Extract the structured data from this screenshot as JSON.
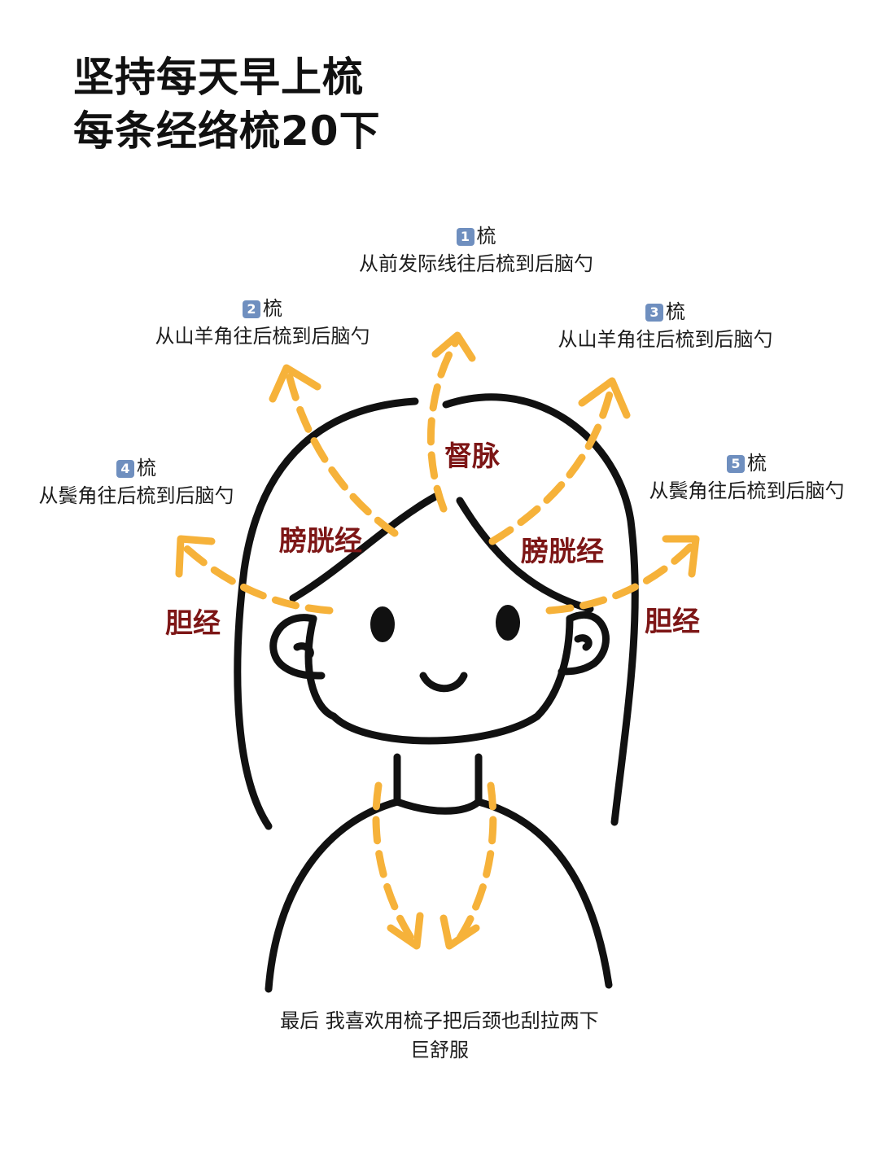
{
  "title": {
    "line1": "坚持每天早上梳",
    "line2": "每条经络梳20下"
  },
  "steps": [
    {
      "num": "1",
      "suffix": "梳",
      "desc": "从前发际线往后梳到后脑勺"
    },
    {
      "num": "2",
      "suffix": "梳",
      "desc": "从山羊角往后梳到后脑勺"
    },
    {
      "num": "3",
      "suffix": "梳",
      "desc": "从山羊角往后梳到后脑勺"
    },
    {
      "num": "4",
      "suffix": "梳",
      "desc": "从鬓角往后梳到后脑勺"
    },
    {
      "num": "5",
      "suffix": "梳",
      "desc": "从鬓角往后梳到后脑勺"
    }
  ],
  "meridians": {
    "du": "督脉",
    "bladder_left": "膀胱经",
    "bladder_right": "膀胱经",
    "gall_left": "胆经",
    "gall_right": "胆经"
  },
  "footer": {
    "line1": "最后 我喜欢用梳子把后颈也刮拉两下",
    "line2": "巨舒服"
  },
  "colors": {
    "arrow": "#f6b23a",
    "meridian_text": "#7d1616",
    "badge": "#6f8fbf",
    "line": "#111111"
  }
}
